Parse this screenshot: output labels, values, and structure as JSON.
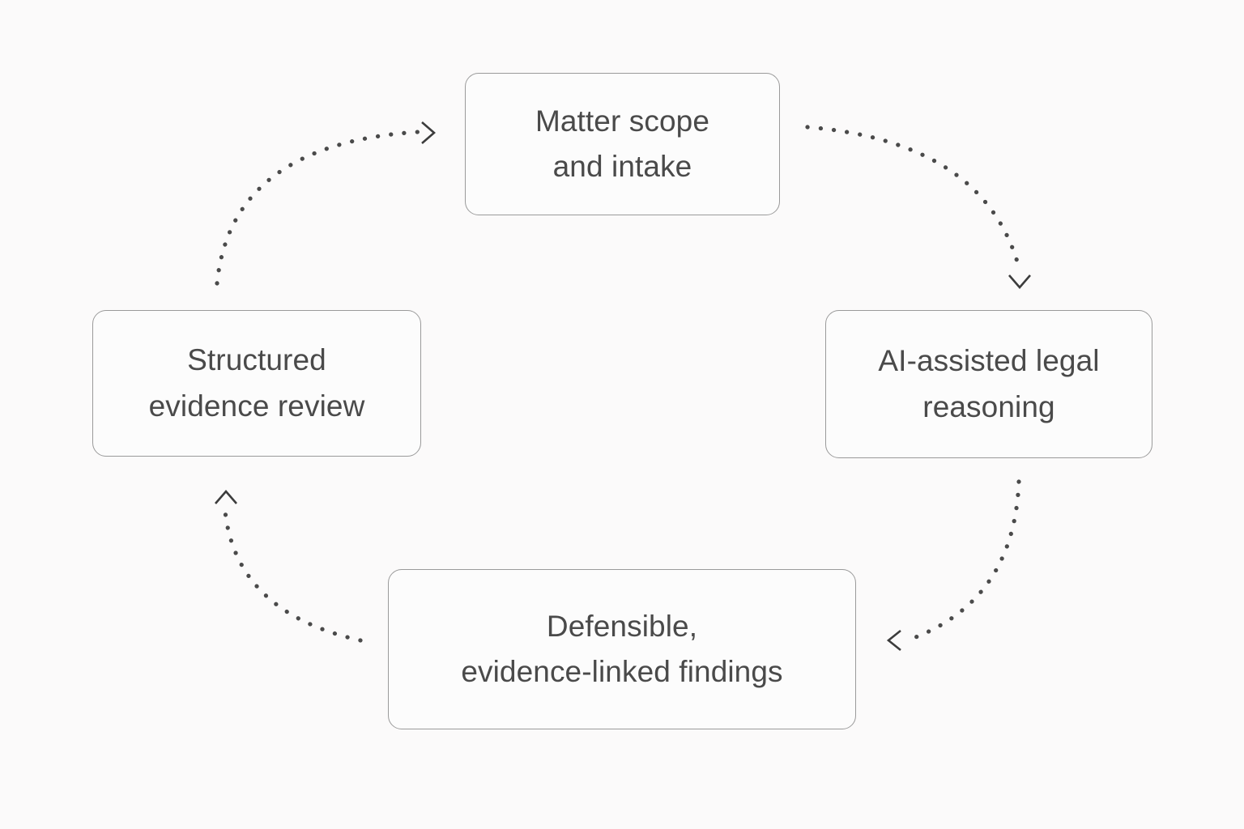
{
  "diagram": {
    "type": "cycle",
    "title": "",
    "background_color": "#fbfafa",
    "node_text_color": "#4a4a4a",
    "node_border_color": "#9a9a9a",
    "connector_color": "#4a4a4a",
    "connector_style": "dotted-arc-with-chevron-arrowhead",
    "direction": "clockwise",
    "nodes": [
      {
        "id": "matter-scope-and-intake",
        "label": "Matter scope\nand intake",
        "position": "top"
      },
      {
        "id": "ai-assisted-legal-reasoning",
        "label": "AI-assisted legal\nreasoning",
        "position": "right"
      },
      {
        "id": "defensible-evidence-linked-findings",
        "label": "Defensible,\nevidence-linked  findings",
        "position": "bottom"
      },
      {
        "id": "structured-evidence-review",
        "label": "Structured\nevidence review",
        "position": "left"
      }
    ],
    "connectors": [
      {
        "id": "top-to-right",
        "from": "matter-scope-and-intake",
        "to": "ai-assisted-legal-reasoning",
        "arrowhead": "chevron-down"
      },
      {
        "id": "right-to-bottom",
        "from": "ai-assisted-legal-reasoning",
        "to": "defensible-evidence-linked-findings",
        "arrowhead": "chevron-left"
      },
      {
        "id": "bottom-to-left",
        "from": "defensible-evidence-linked-findings",
        "to": "structured-evidence-review",
        "arrowhead": "chevron-up"
      },
      {
        "id": "left-to-top",
        "from": "structured-evidence-review",
        "to": "matter-scope-and-intake",
        "arrowhead": "chevron-right"
      }
    ]
  }
}
